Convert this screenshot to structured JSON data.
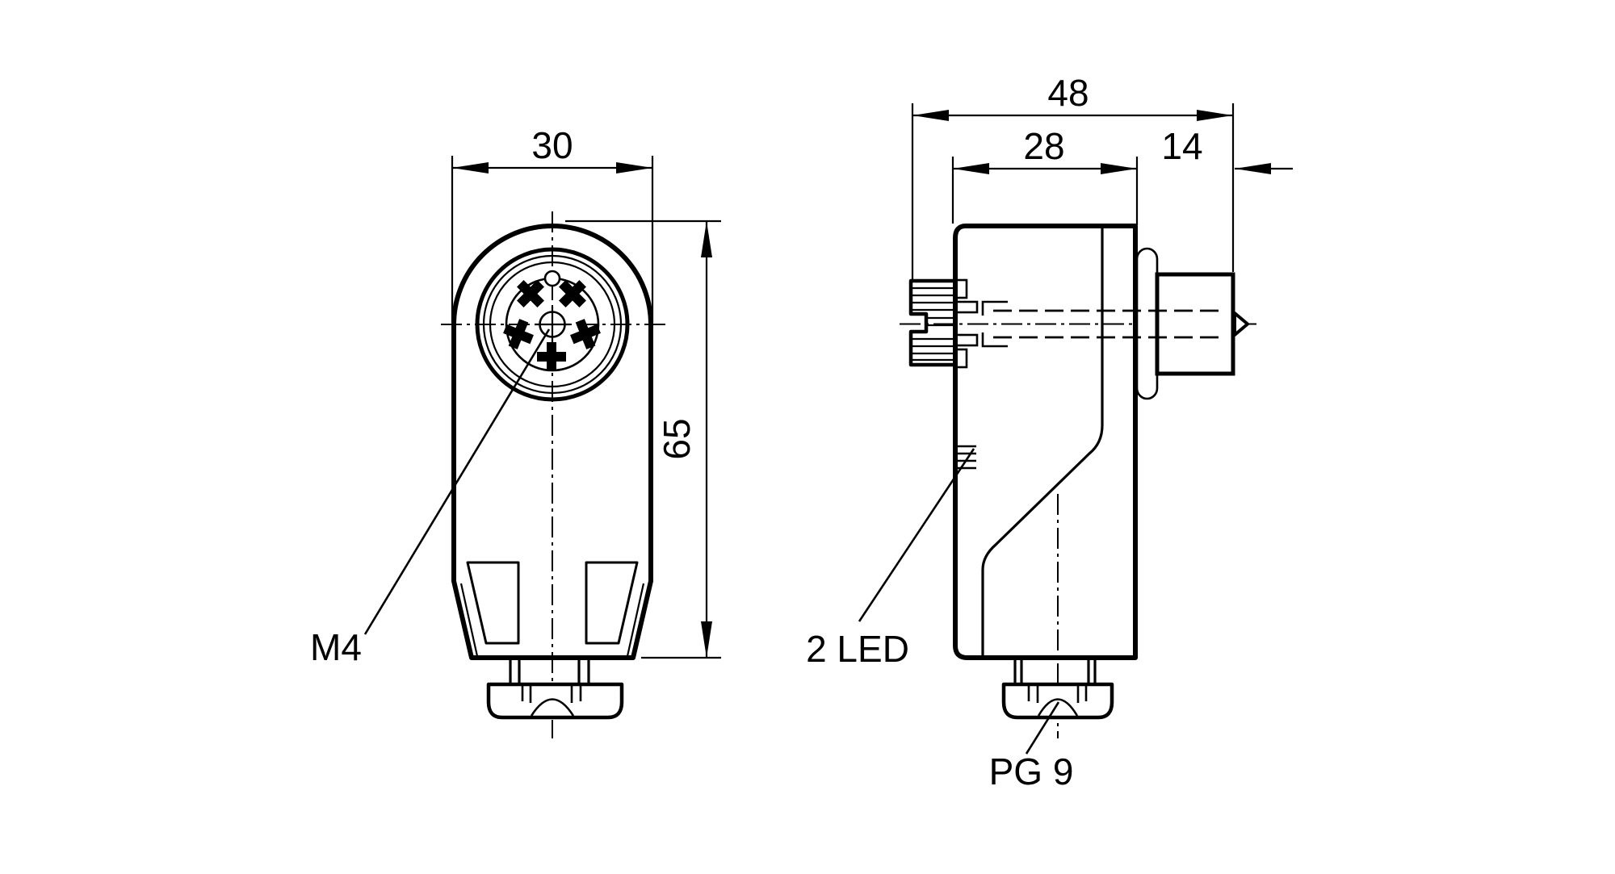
{
  "page": {
    "background": "#ffffff",
    "line_color": "#000000"
  },
  "drawing": {
    "front_view": {
      "width_mm": "30",
      "height_mm": "65",
      "center_screw_label": "M4"
    },
    "side_view": {
      "overall_depth_mm": "48",
      "housing_depth_mm": "28",
      "sleeve_depth_mm": "14",
      "led_label": "2 LED",
      "cable_gland_label": "PG 9"
    }
  }
}
